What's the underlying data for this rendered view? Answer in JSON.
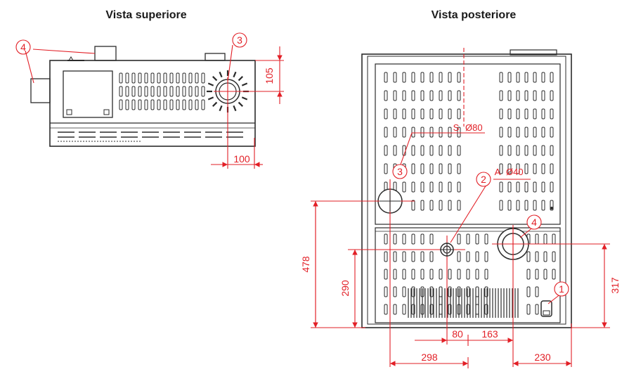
{
  "titles": {
    "top_view": "Vista superiore",
    "rear_view": "Vista posteriore"
  },
  "colors": {
    "red": "#e21f26",
    "line": "#2b2b2b",
    "slot": "#2b2b2b"
  },
  "top_view": {
    "callouts": {
      "c3": "3",
      "c4": "4"
    },
    "dims": {
      "d105": "105",
      "d100": "100"
    }
  },
  "rear_view": {
    "labels": {
      "s": "S",
      "s_diam": "Ø80",
      "a": "A",
      "a_diam": "Ø40"
    },
    "callouts": {
      "c1": "1",
      "c2": "2",
      "c3": "3",
      "c4": "4"
    },
    "dims": {
      "d478": "478",
      "d290": "290",
      "d317": "317",
      "d80": "80",
      "d163": "163",
      "d298": "298",
      "d230": "230"
    }
  }
}
